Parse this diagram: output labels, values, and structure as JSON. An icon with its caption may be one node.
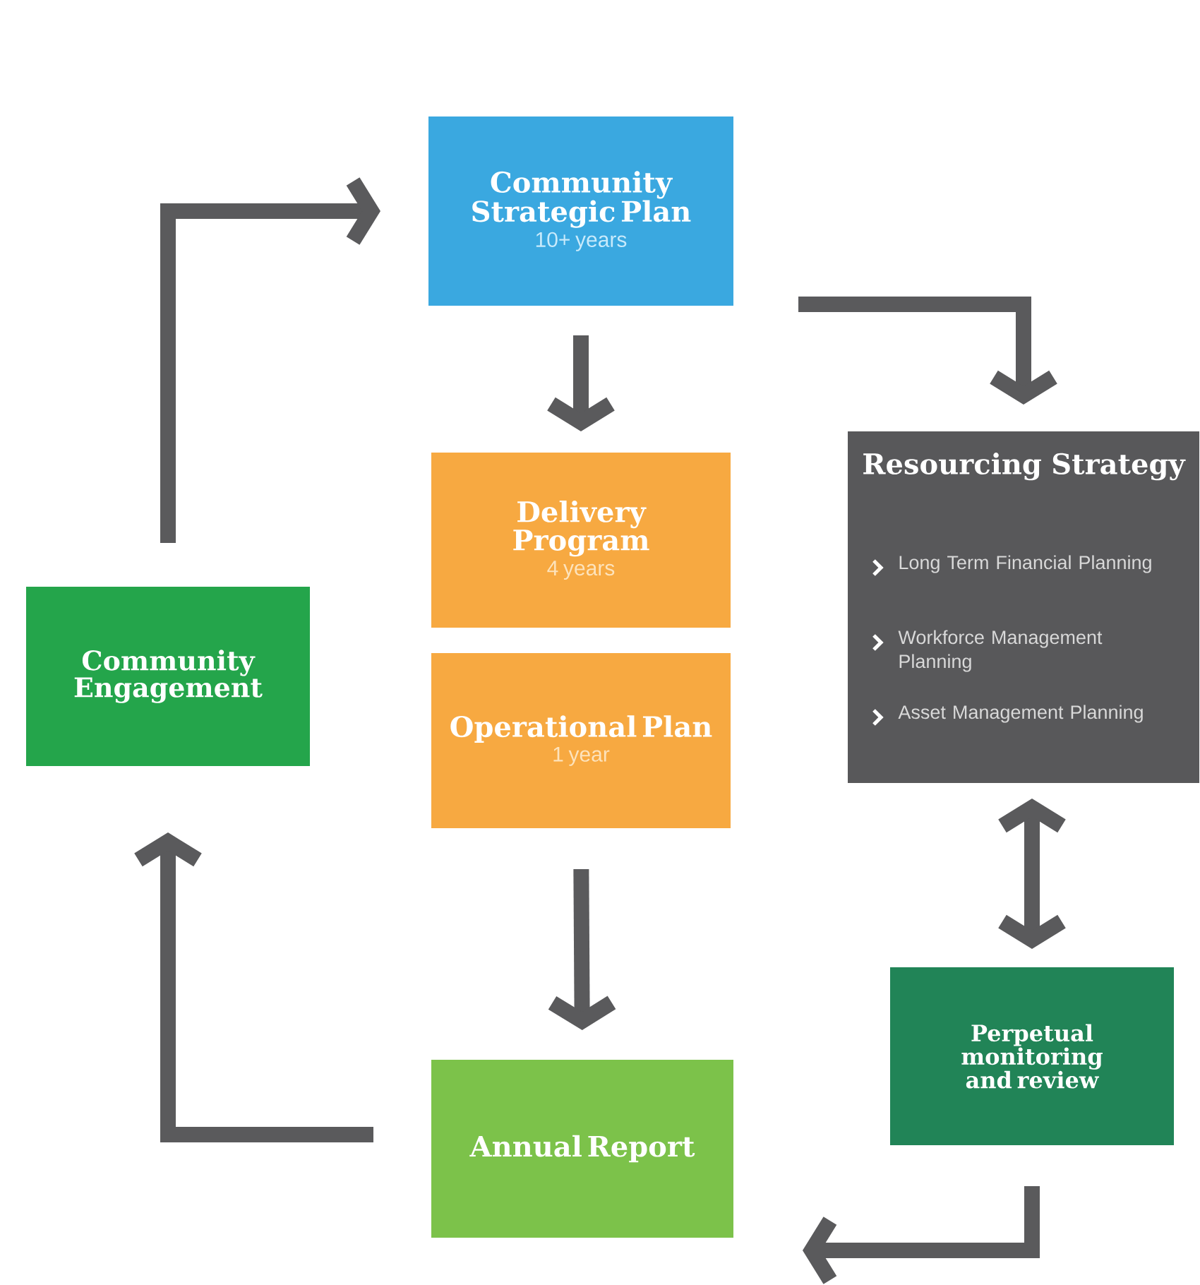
{
  "diagram": {
    "nodes": [
      {
        "text": [
          "Community Strategic Plan",
          "10+ years"
        ]
      },
      {
        "text": [
          "Delivery Program",
          "4 years"
        ]
      },
      {
        "text": [
          "Operational Plan",
          "1 year"
        ]
      },
      {
        "text": [
          "Resourcing Strategy",
          "Long Term Financial Planning",
          "Workforce Management Planning",
          "Asset Management Planning"
        ]
      },
      {
        "text": [
          "Community Engagement"
        ]
      },
      {
        "text": [
          "Perpetual monitoring and review"
        ]
      },
      {
        "text": [
          "Annual Report"
        ]
      }
    ],
    "edges": [
      {
        "from": 0,
        "to": 1,
        "arrow": "to"
      },
      {
        "from": 0,
        "to": 3,
        "arrow": "to"
      },
      {
        "from": 3,
        "to": 5,
        "arrow": "both"
      },
      {
        "from": 2,
        "to": 6,
        "arrow": "to"
      },
      {
        "from": 5,
        "to": 6,
        "arrow": "to"
      },
      {
        "from": 6,
        "to": 4,
        "arrow": "to"
      },
      {
        "from": 4,
        "to": 0,
        "arrow": "to"
      }
    ]
  }
}
